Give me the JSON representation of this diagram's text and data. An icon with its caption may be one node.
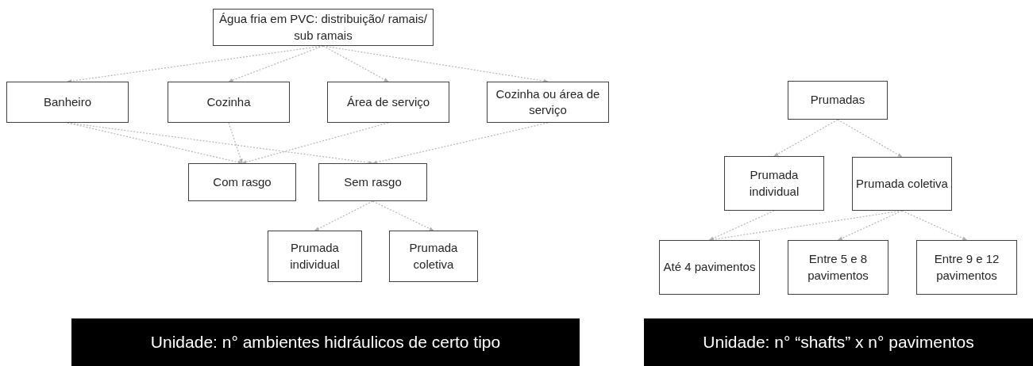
{
  "diagram": {
    "nodes": [
      {
        "text": [
          "Água fria em PVC: distribuição/ ramais/ sub ramais"
        ]
      },
      {
        "text": [
          "Banheiro"
        ]
      },
      {
        "text": [
          "Cozinha"
        ]
      },
      {
        "text": [
          "Área de serviço"
        ]
      },
      {
        "text": [
          "Cozinha ou área de serviço"
        ]
      },
      {
        "text": [
          "Com rasgo"
        ]
      },
      {
        "text": [
          "Sem rasgo"
        ]
      },
      {
        "text": [
          "Prumada individual"
        ]
      },
      {
        "text": [
          "Prumada coletiva"
        ]
      },
      {
        "text": [
          "Prumadas"
        ]
      },
      {
        "text": [
          "Prumada individual"
        ]
      },
      {
        "text": [
          "Prumada coletiva"
        ]
      },
      {
        "text": [
          "Até 4 pavimentos"
        ]
      },
      {
        "text": [
          "Entre 5 e 8 pavimentos"
        ]
      },
      {
        "text": [
          "Entre 9 e 12 pavimentos"
        ]
      },
      {
        "text": [
          "Unidade: n° ambientes hidráulicos de certo tipo"
        ]
      },
      {
        "text": [
          "Unidade: n° “shafts” x n° pavimentos"
        ]
      }
    ],
    "edges": [
      {
        "from": 0,
        "to": 1,
        "arrow": "to"
      },
      {
        "from": 0,
        "to": 2,
        "arrow": "to"
      },
      {
        "from": 0,
        "to": 3,
        "arrow": "to"
      },
      {
        "from": 0,
        "to": 4,
        "arrow": "to"
      },
      {
        "from": 1,
        "to": 5,
        "arrow": "to"
      },
      {
        "from": 1,
        "to": 6,
        "arrow": "to"
      },
      {
        "from": 2,
        "to": 5,
        "arrow": "to"
      },
      {
        "from": 3,
        "to": 5,
        "arrow": "to"
      },
      {
        "from": 4,
        "to": 6,
        "arrow": "to"
      },
      {
        "from": 6,
        "to": 7,
        "arrow": "to"
      },
      {
        "from": 6,
        "to": 8,
        "arrow": "to"
      },
      {
        "from": 9,
        "to": 10,
        "arrow": "to"
      },
      {
        "from": 9,
        "to": 11,
        "arrow": "to"
      },
      {
        "from": 10,
        "to": 12,
        "arrow": "to"
      },
      {
        "from": 11,
        "to": 12,
        "arrow": "to"
      },
      {
        "from": 11,
        "to": 13,
        "arrow": "to"
      },
      {
        "from": 11,
        "to": 14,
        "arrow": "to"
      }
    ]
  }
}
